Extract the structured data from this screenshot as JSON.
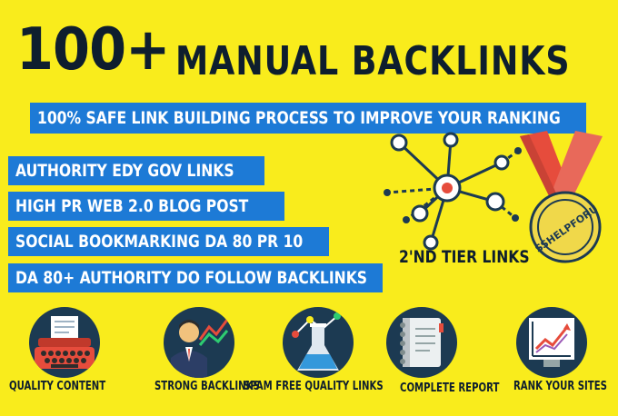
{
  "headline": {
    "number": "100+",
    "title": "MANUAL BACKLINKS"
  },
  "subtitle": "100% SAFE LINK BUILDING PROCESS TO IMPROVE YOUR RANKING",
  "features": [
    "AUTHORITY EDY GOV LINKS",
    "HIGH PR WEB 2.0 BLOG POST",
    "SOCIAL BOOKMARKING DA 80 PR 10",
    "DA 80+ AUTHORITY DO FOLLOW BACKLINKS"
  ],
  "tier_label": "2'ND TIER LINKS",
  "medal_text": "SSHELPFORU",
  "icons": [
    {
      "icon": "typewriter-icon",
      "label": "QUALITY CONTENT"
    },
    {
      "icon": "businessman-chart-icon",
      "label": "STRONG BACKLINKS"
    },
    {
      "icon": "flask-icon",
      "label": "SPAM FREE QUALITY LINKS"
    },
    {
      "icon": "notebook-icon",
      "label": "COMPLETE REPORT"
    },
    {
      "icon": "growth-chart-icon",
      "label": "RANK YOUR SITES"
    }
  ],
  "colors": {
    "background": "#f9ec1c",
    "banner": "#1d7ad6",
    "text": "#0e1e2e",
    "circle": "#1c3a52",
    "accent_red": "#e64c3c"
  }
}
